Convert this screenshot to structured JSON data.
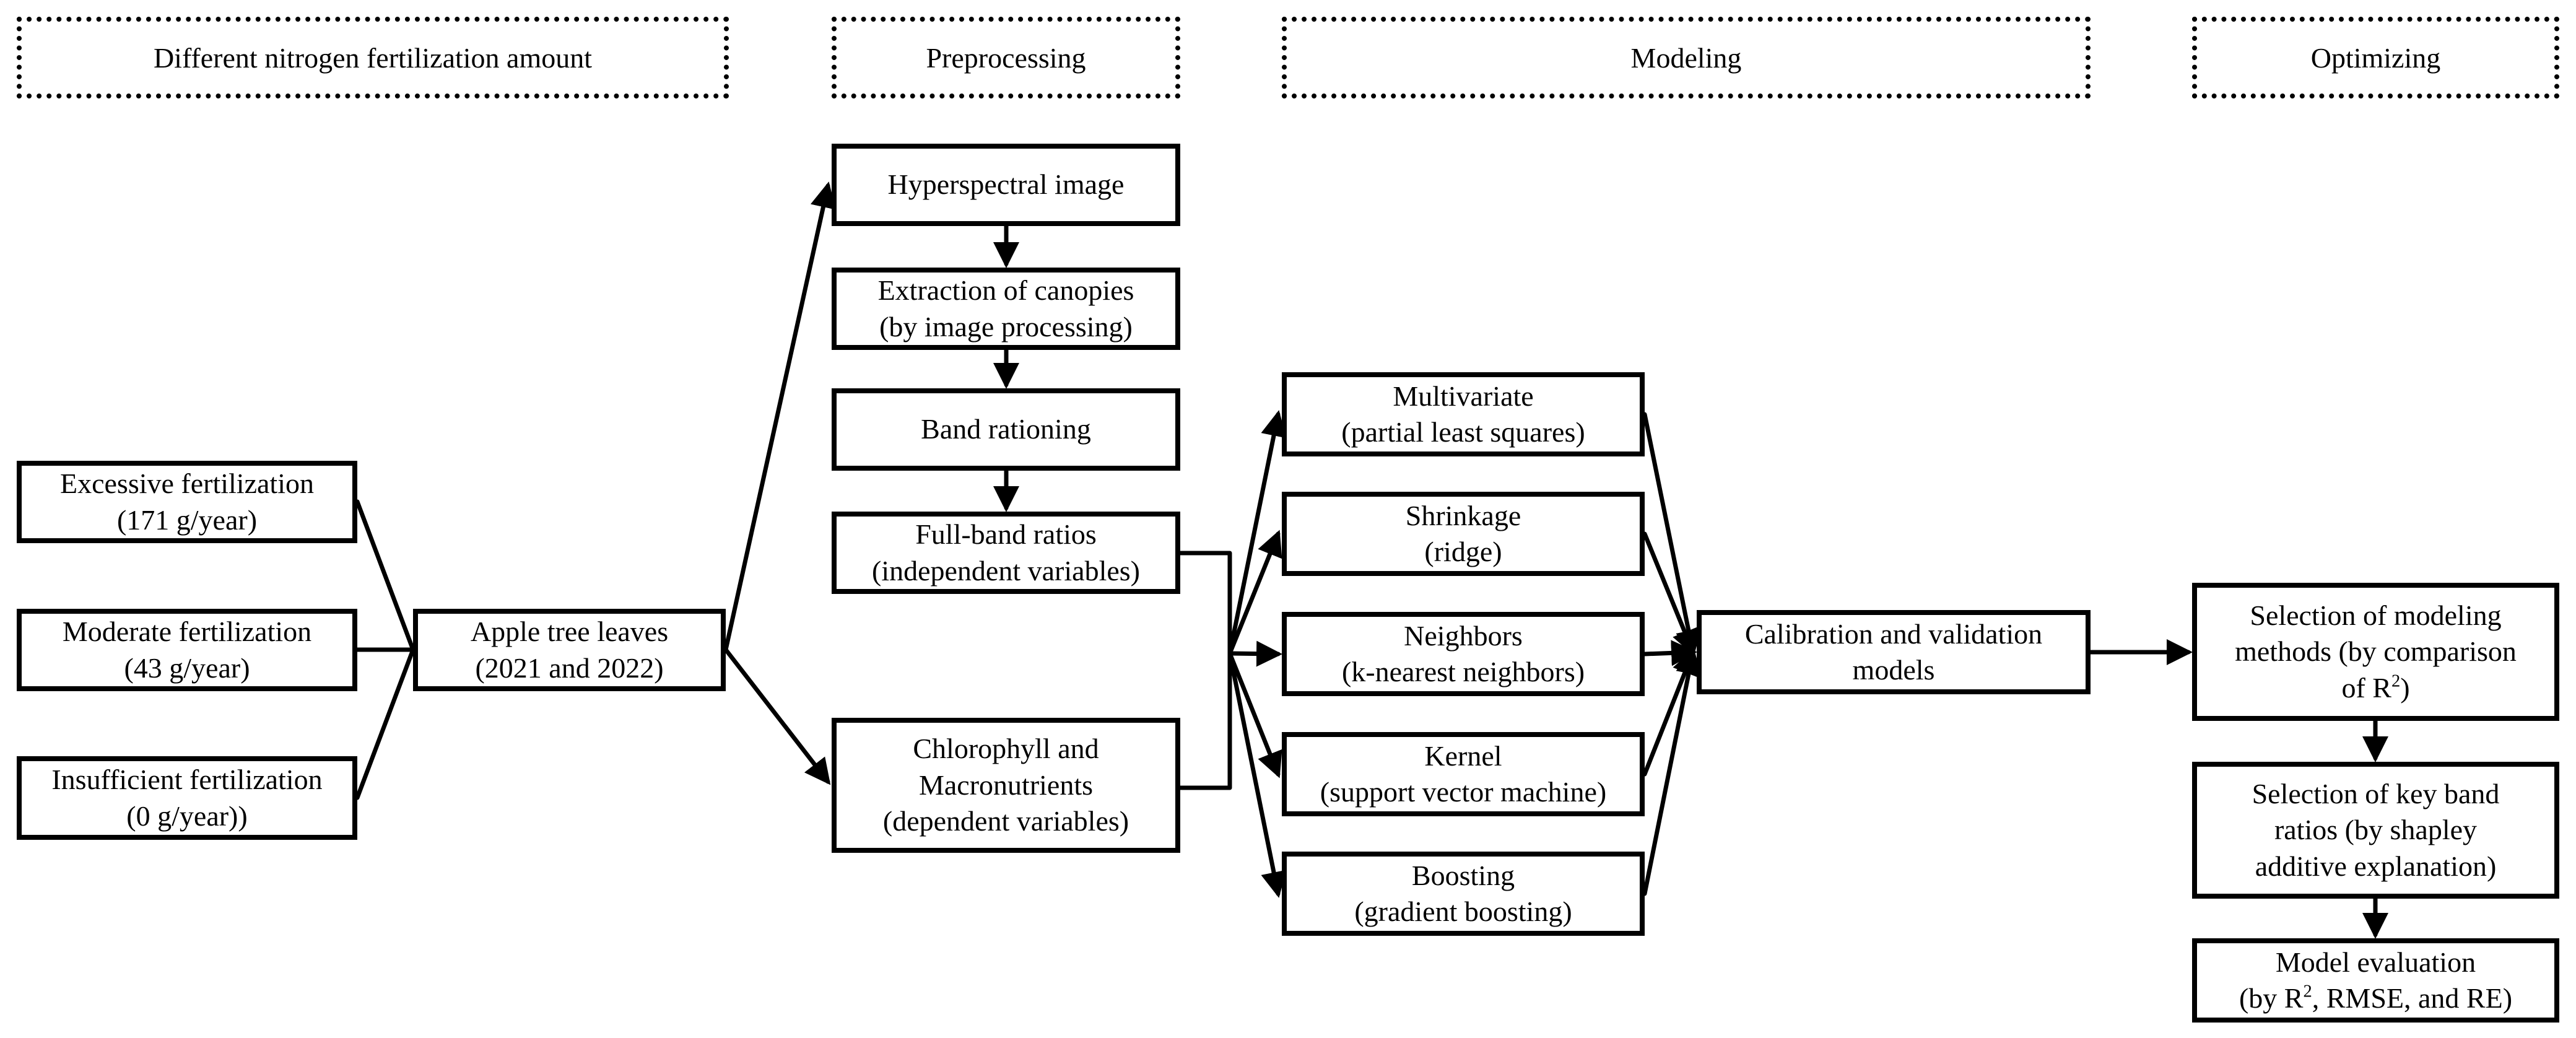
{
  "headers": {
    "nitrogen": "Different nitrogen fertilization amount",
    "preprocessing": "Preprocessing",
    "modeling": "Modeling",
    "optimizing": "Optimizing"
  },
  "inputs": {
    "excessive": {
      "line1": "Excessive fertilization",
      "line2": "(171 g/year)"
    },
    "moderate": {
      "line1": "Moderate fertilization",
      "line2": "(43 g/year)"
    },
    "insufficient": {
      "line1": "Insufficient fertilization",
      "line2": "(0 g/year))"
    }
  },
  "apple": {
    "line1": "Apple tree leaves",
    "line2": "(2021 and 2022)"
  },
  "preprocessing": {
    "hyperspectral": {
      "line1": "Hyperspectral image"
    },
    "extraction": {
      "line1": "Extraction of canopies",
      "line2": "(by image processing)"
    },
    "band_rationing": {
      "line1": "Band rationing"
    },
    "full_band": {
      "line1": "Full-band ratios",
      "line2": "(independent variables)"
    },
    "chlorophyll": {
      "line1": "Chlorophyll and",
      "line2": "Macronutrients",
      "line3": "(dependent variables)"
    }
  },
  "models": {
    "multivariate": {
      "line1": "Multivariate",
      "line2": "(partial least squares)"
    },
    "shrinkage": {
      "line1": "Shrinkage",
      "line2": "(ridge)"
    },
    "neighbors": {
      "line1": "Neighbors",
      "line2": "(k-nearest neighbors)"
    },
    "kernel": {
      "line1": "Kernel",
      "line2": "(support vector machine)"
    },
    "boosting": {
      "line1": "Boosting",
      "line2": "(gradient boosting)"
    }
  },
  "calibration": {
    "line1": "Calibration and validation",
    "line2": "models"
  },
  "optimizing": {
    "selection_methods": {
      "line1": "Selection of modeling",
      "line2": "methods (by comparison",
      "line3_pre": "of R",
      "line3_sup": "2",
      "line3_post": ")"
    },
    "selection_ratios": {
      "line1": "Selection of key band",
      "line2": "ratios (by shapley",
      "line3": "additive explanation)"
    },
    "evaluation": {
      "line1": "Model evaluation",
      "line2_pre": "(by R",
      "line2_sup": "2",
      "line2_post": ", RMSE, and RE)"
    }
  }
}
